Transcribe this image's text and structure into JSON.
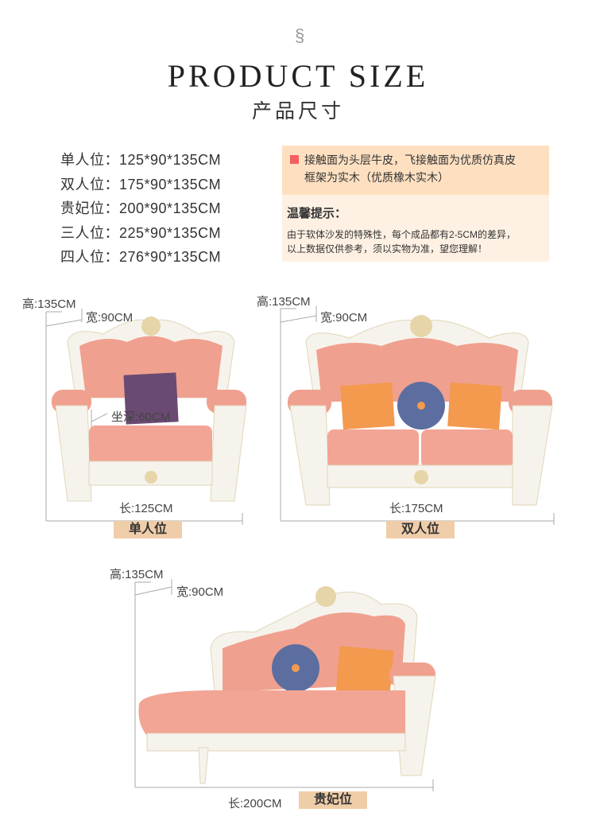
{
  "header": {
    "title": "PRODUCT SIZE",
    "subtitle": "产品尺寸",
    "smoke_icon": "smoke-swirl-icon"
  },
  "sizes": [
    {
      "label": "单人位：125*90*135CM"
    },
    {
      "label": "双人位：175*90*135CM"
    },
    {
      "label": "贵妃位：200*90*135CM"
    },
    {
      "label": "三人位：225*90*135CM"
    },
    {
      "label": "四人位：276*90*135CM"
    }
  ],
  "material": {
    "line1": "接触面为头层牛皮，飞接触面为优质仿真皮",
    "line2": "框架为实木（优质橡木实木）"
  },
  "tips": {
    "heading": "温馨提示：",
    "line1": "由于软体沙发的特殊性，每个成品都有2-5CM的差异，",
    "line2": "以上数据仅供参考，须以实物为准，望您理解！"
  },
  "sofas": [
    {
      "height": "高:135CM",
      "width": "宽:90CM",
      "depth": "坐深:60CM",
      "length": "长:125CM",
      "name": "单人位"
    },
    {
      "height": "高:135CM",
      "width": "宽:90CM",
      "length": "长:175CM",
      "name": "双人位"
    },
    {
      "height": "高:135CM",
      "width": "宽:90CM",
      "length": "长:200CM",
      "name": "贵妃位"
    }
  ],
  "colors": {
    "leather": "#f0a08f",
    "frame": "#f6f3ec",
    "badge": "#f0cda9",
    "box_top": "#fee0c1",
    "box": "#fef1e3",
    "bullet": "#f45f5f"
  }
}
